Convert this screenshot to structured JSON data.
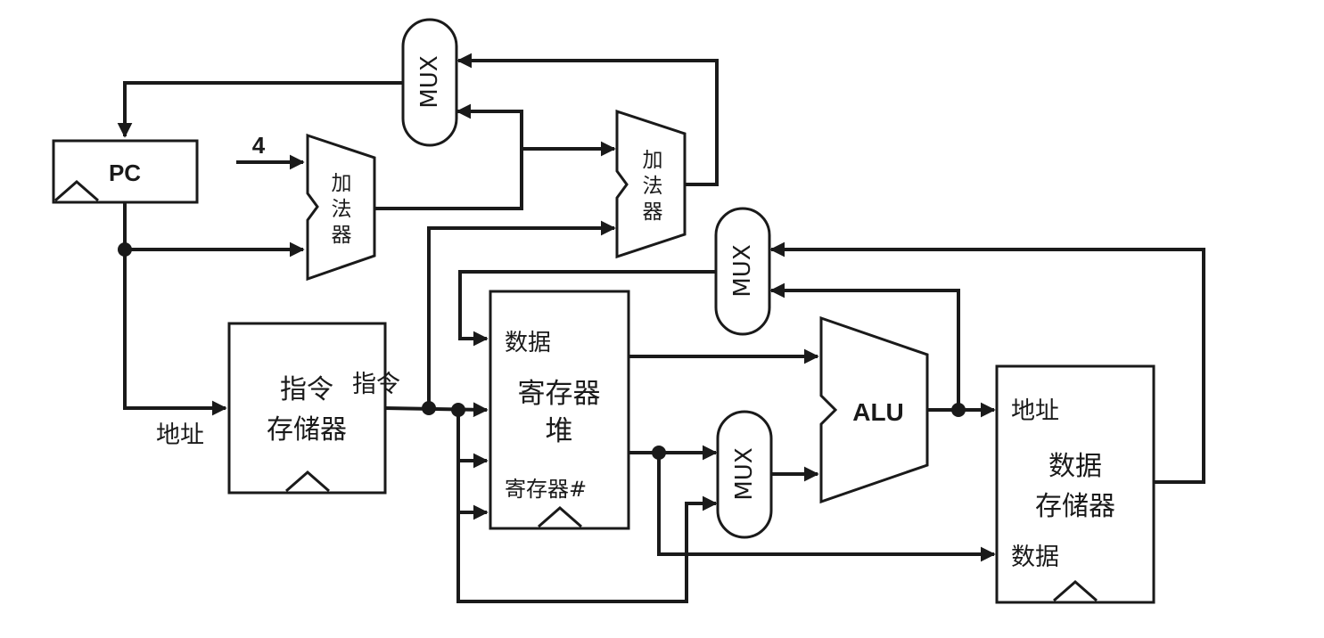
{
  "labels": {
    "pc": "PC",
    "const_four": "4",
    "adder1_line1": "加",
    "adder1_line2": "法",
    "adder1_line3": "器",
    "adder2_line1": "加",
    "adder2_line2": "法",
    "adder2_line3": "器",
    "mux_top": "MUX",
    "mux_right": "MUX",
    "mux_bottom": "MUX",
    "instr_mem_line1": "指令",
    "instr_mem_line2": "存储器",
    "instr_out": "指令",
    "address_in": "地址",
    "regfile_data": "数据",
    "regfile_line1": "寄存器",
    "regfile_line2": "堆",
    "regfile_regnum": "寄存器#",
    "alu": "ALU",
    "datamem_address": "地址",
    "datamem_line1": "数据",
    "datamem_line2": "存储器",
    "datamem_data": "数据"
  },
  "colors": {
    "ink": "#1a1a1a",
    "background": "#ffffff"
  }
}
